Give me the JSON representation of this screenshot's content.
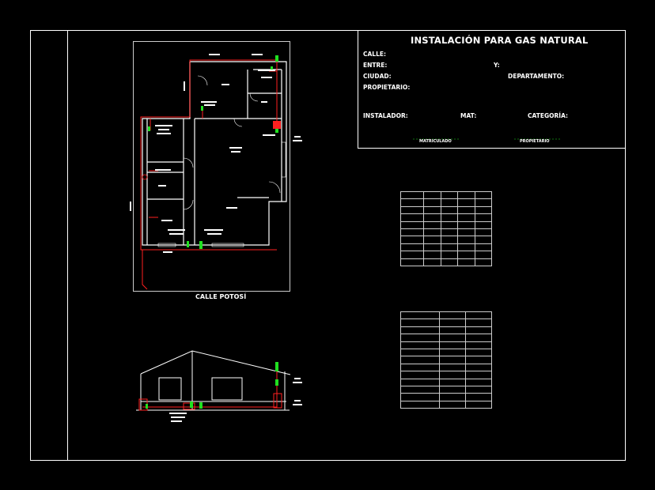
{
  "title_block": {
    "title": "INSTALACIÓN PARA GAS NATURAL",
    "calle": "CALLE:",
    "entre": "ENTRE:",
    "y": "Y:",
    "ciudad": "CIUDAD:",
    "departamento": "DEPARTAMENTO:",
    "propietario": "PROPIETARIO:",
    "instalador": "INSTALADOR:",
    "mat": "MAT:",
    "categoria": "CATEGORÍA:",
    "sign_matriculado": "MATRICULADO",
    "sign_propietario": "PROPIETARIO"
  },
  "plan": {
    "street_label": "CALLE POTOSÍ"
  },
  "colors": {
    "frame": "#ffffff",
    "pipe": "#ff2020",
    "valve": "#20e020",
    "wall": "#ffffff",
    "background": "#000000"
  }
}
